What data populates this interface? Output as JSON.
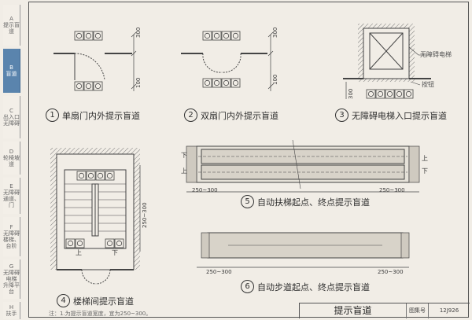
{
  "sidebar": {
    "tabs": [
      {
        "letter": "A",
        "label": "提示盲道",
        "active": false
      },
      {
        "letter": "B",
        "label": "盲道",
        "active": true
      },
      {
        "letter": "C",
        "label": "出入口 无障碍",
        "active": false
      },
      {
        "letter": "D",
        "label": "轮椅坡道",
        "active": false
      },
      {
        "letter": "E",
        "label": "无障碍 通道、门",
        "active": false
      },
      {
        "letter": "F",
        "label": "无障碍 楼梯、台阶",
        "active": false
      },
      {
        "letter": "G",
        "label": "无障碍电梯 升降平台",
        "active": false
      },
      {
        "letter": "H",
        "label": "扶手",
        "active": false
      }
    ]
  },
  "captions": [
    {
      "num": "1",
      "text": "单扇门内外提示盲道"
    },
    {
      "num": "2",
      "text": "双扇门内外提示盲道"
    },
    {
      "num": "3",
      "text": "无障碍电梯入口提示盲道"
    },
    {
      "num": "4",
      "text": "楼梯间提示盲道"
    },
    {
      "num": "5",
      "text": "自动扶梯起点、终点提示盲道"
    },
    {
      "num": "6",
      "text": "自动步道起点、终点提示盲道"
    }
  ],
  "labels": {
    "dim_300": "300",
    "dim_100": "100",
    "dim_250_300": "250~300",
    "elevator": "无障碍电梯",
    "button": "按钮",
    "down": "下",
    "up": "上"
  },
  "note": "注：1.为提示盲道宽度，宜为250~300。",
  "title_block": {
    "title": "提示盲道",
    "atlas_label": "图集号",
    "atlas_number": "12J926"
  },
  "colors": {
    "active_tab": "#5a84ad",
    "paper": "#f1ede6",
    "line": "#4a4a4a"
  }
}
